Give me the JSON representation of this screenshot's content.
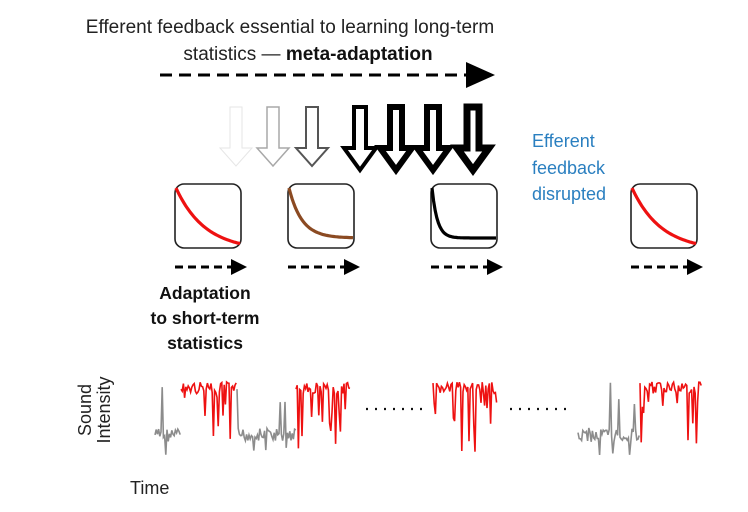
{
  "title": {
    "line1": "Efferent feedback essential to learning long-term",
    "line2_plain": "statistics — ",
    "line2_bold": "meta-adaptation"
  },
  "disrupted_label": [
    "Efferent",
    "feedback",
    "disrupted"
  ],
  "adaptation_label": [
    "Adaptation",
    "to short-term",
    "statistics"
  ],
  "axis": {
    "ylabel_line1": "Sound",
    "ylabel_line2": "Intensity",
    "xlabel": "Time"
  },
  "colors": {
    "blue": "#2a7fc0",
    "red": "#ee1111",
    "brown": "#8b4a22",
    "gray": "#8c8c8c"
  },
  "feedback_arrows": [
    {
      "stroke": "#e6e6e6",
      "weight": 1
    },
    {
      "stroke": "#a8a8a8",
      "weight": 1.5
    },
    {
      "stroke": "#555555",
      "weight": 2
    },
    {
      "stroke": "#000000",
      "weight": 4
    },
    {
      "stroke": "#000000",
      "weight": 6
    },
    {
      "stroke": "#000000",
      "weight": 6
    },
    {
      "stroke": "#000000",
      "weight": 7
    }
  ],
  "adaptation_curves": [
    {
      "color": "#ee1111",
      "sharpness": "slow"
    },
    {
      "color": "#8b4a22",
      "sharpness": "medium"
    },
    {
      "color": "#000000",
      "sharpness": "fast"
    },
    {
      "color": "#ee1111",
      "sharpness": "slow"
    }
  ]
}
